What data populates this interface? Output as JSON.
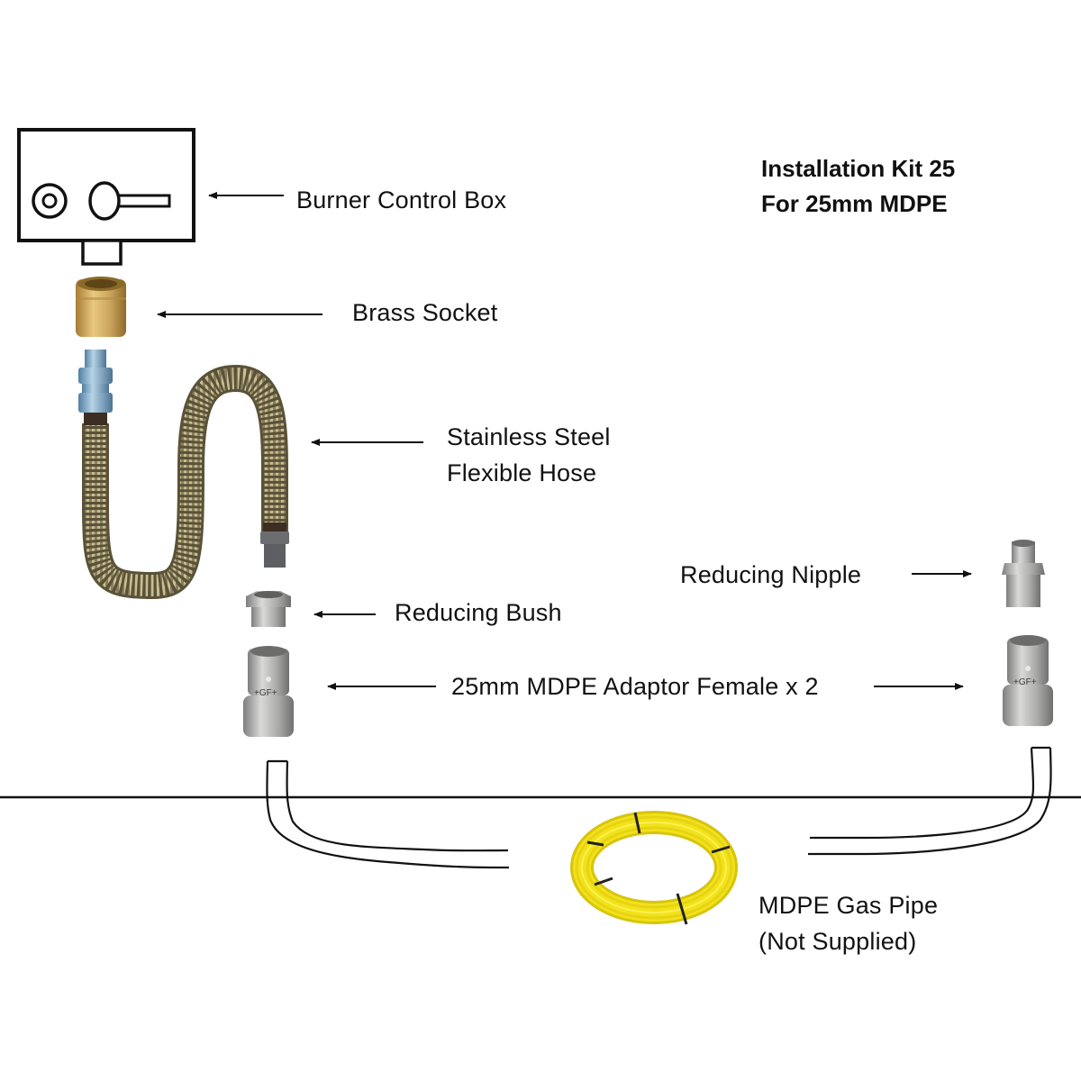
{
  "title": {
    "line1": "Installation Kit 25",
    "line2": "For 25mm MDPE"
  },
  "components": {
    "burner_control_box": {
      "label": "Burner Control Box"
    },
    "brass_socket": {
      "label": "Brass Socket"
    },
    "flexible_hose": {
      "label_line1": "Stainless Steel",
      "label_line2": "Flexible Hose"
    },
    "reducing_bush": {
      "label": "Reducing Bush"
    },
    "reducing_nipple": {
      "label": "Reducing Nipple"
    },
    "mdpe_adaptor": {
      "label": "25mm MDPE Adaptor Female x 2",
      "brand_mark": "+GF+"
    },
    "gas_pipe": {
      "label_line1": "MDPE Gas Pipe",
      "label_line2": "(Not Supplied)"
    }
  },
  "colors": {
    "line": "#111111",
    "brass": "#c9a25a",
    "steel": "#a9a9a7",
    "hose": "#7d7454",
    "pipe_yellow": "#f2e21a",
    "fitting_blue": "#7aa3c0"
  }
}
